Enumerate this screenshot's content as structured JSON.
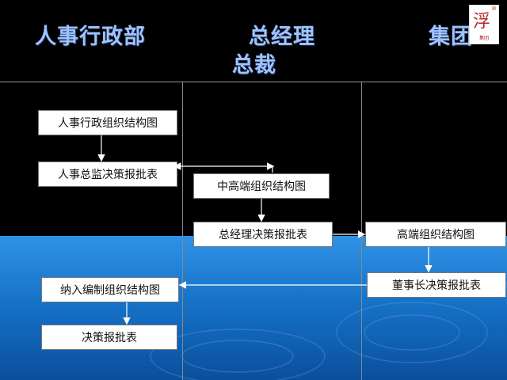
{
  "lanes": {
    "hr": "人事行政部",
    "gm": "总经理",
    "gm_sub": "总裁",
    "group": "集团"
  },
  "logo": {
    "mark": "浮",
    "reg": "®",
    "sub": "集团"
  },
  "nodes": {
    "hr_org_chart": "人事行政组织结构图",
    "hr_director_form": "人事总监决策报批表",
    "mid_high_org_chart": "中高端组织结构图",
    "gm_decision_form": "总经理决策报批表",
    "high_org_chart": "高端组织结构图",
    "chairman_decision_form": "董事长决策报批表",
    "include_org_chart": "纳入编制组织结构图",
    "decision_form": "决策报批表"
  },
  "colors": {
    "top_background": "#000000",
    "water_dark": "#0a55a6",
    "water_light": "#2f92e6",
    "title_text": "#9ec3ff",
    "arrow_white": "#ffffff",
    "logo_red": "#b3262a"
  }
}
